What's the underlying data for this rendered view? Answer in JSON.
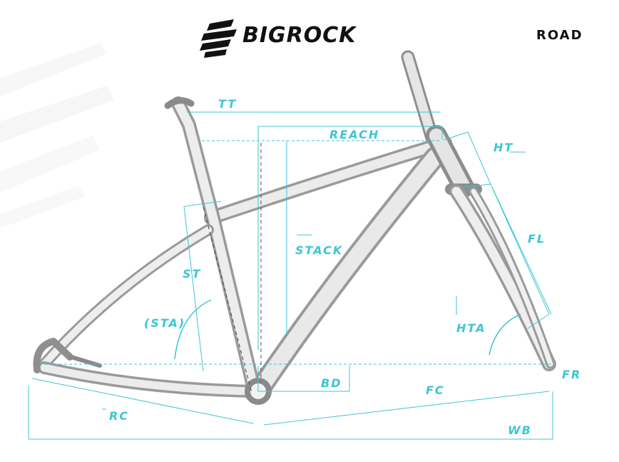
{
  "brand": {
    "logo_text": "BIGROCK",
    "category": "ROAD"
  },
  "geometry_labels": {
    "tt": "TT",
    "reach": "REACH",
    "ht": "HT",
    "stack": "STACK",
    "fl": "FL",
    "st": "ST",
    "sta": "(STA)",
    "hta": "HTA",
    "bd": "BD",
    "fr": "FR",
    "fc": "FC",
    "rc": "RC",
    "wb": "WB"
  },
  "colors": {
    "accent": "#3cc6d4",
    "frame": "#d9d9d9",
    "text_dark": "#111111"
  }
}
